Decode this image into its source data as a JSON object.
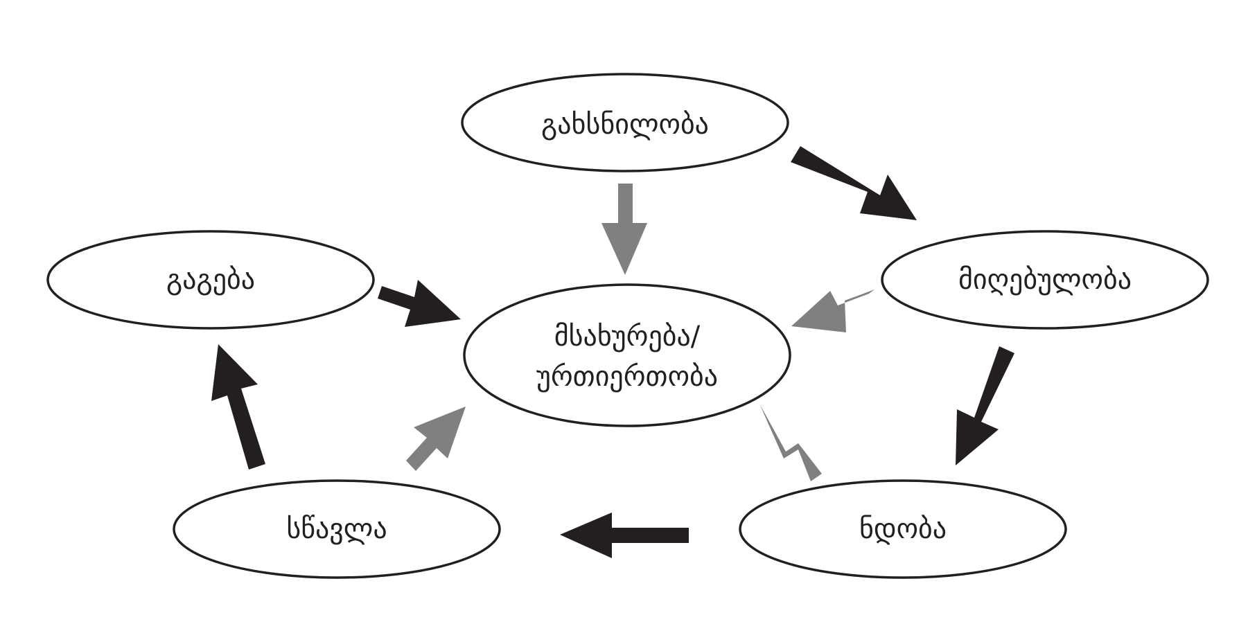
{
  "diagram": {
    "nodes": {
      "openness": "გახსნილობა",
      "acceptance": "მიღებულობა",
      "understanding": "გაგება",
      "center_line1": "მსახურება/",
      "center_line2": "ურთიერთობა",
      "trust": "ნდობა",
      "learning": "სწავლა"
    },
    "colors": {
      "outline": "#231f20",
      "cycle_arrow": "#231f20",
      "center_arrow": "#808080"
    }
  }
}
